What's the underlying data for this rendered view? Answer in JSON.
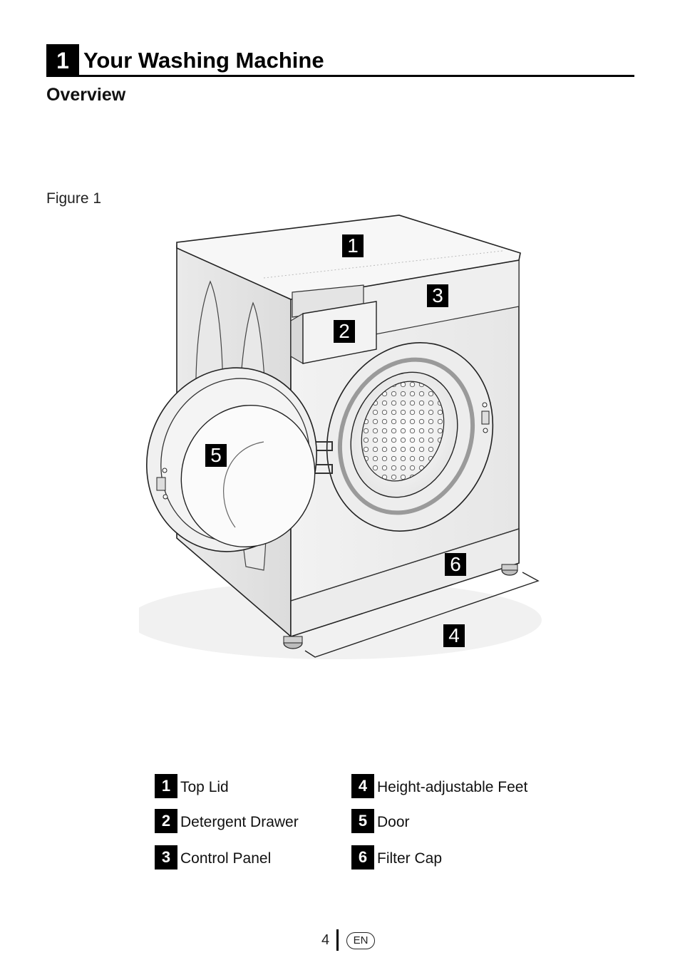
{
  "header": {
    "section_number": "1",
    "section_title": "Your Washing Machine",
    "subtitle": "Overview"
  },
  "figure": {
    "caption": "Figure 1",
    "callouts": [
      "1",
      "2",
      "3",
      "4",
      "5",
      "6"
    ]
  },
  "legend": [
    {
      "num": "1",
      "label": "Top Lid"
    },
    {
      "num": "2",
      "label": "Detergent Drawer"
    },
    {
      "num": "3",
      "label": "Control Panel"
    },
    {
      "num": "4",
      "label": "Height-adjustable Feet"
    },
    {
      "num": "5",
      "label": "Door"
    },
    {
      "num": "6",
      "label": "Filter Cap"
    }
  ],
  "footer": {
    "page_number": "4",
    "language": "EN"
  }
}
